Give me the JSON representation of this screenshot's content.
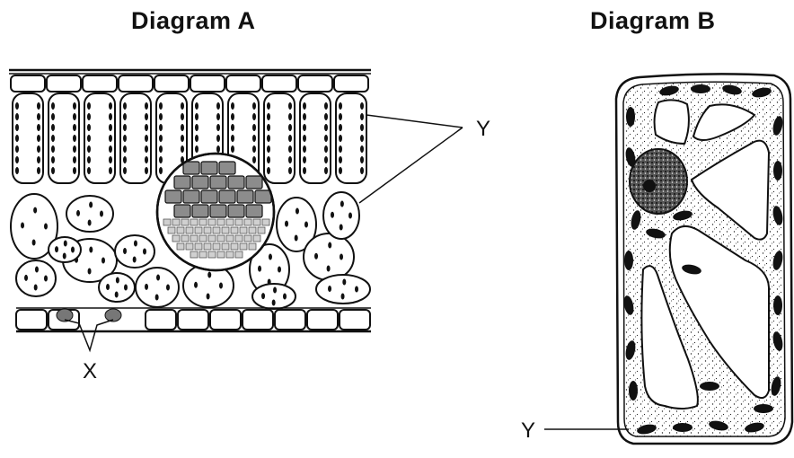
{
  "diagram_a": {
    "title": "Diagram A",
    "labels": {
      "y": "Y",
      "x": "X"
    }
  },
  "diagram_b": {
    "title": "Diagram B",
    "labels": {
      "y": "Y"
    }
  },
  "colors": {
    "ink": "#111111",
    "vascular_upper": "#8c8c8c",
    "vascular_lower": "#d0d0d0"
  }
}
